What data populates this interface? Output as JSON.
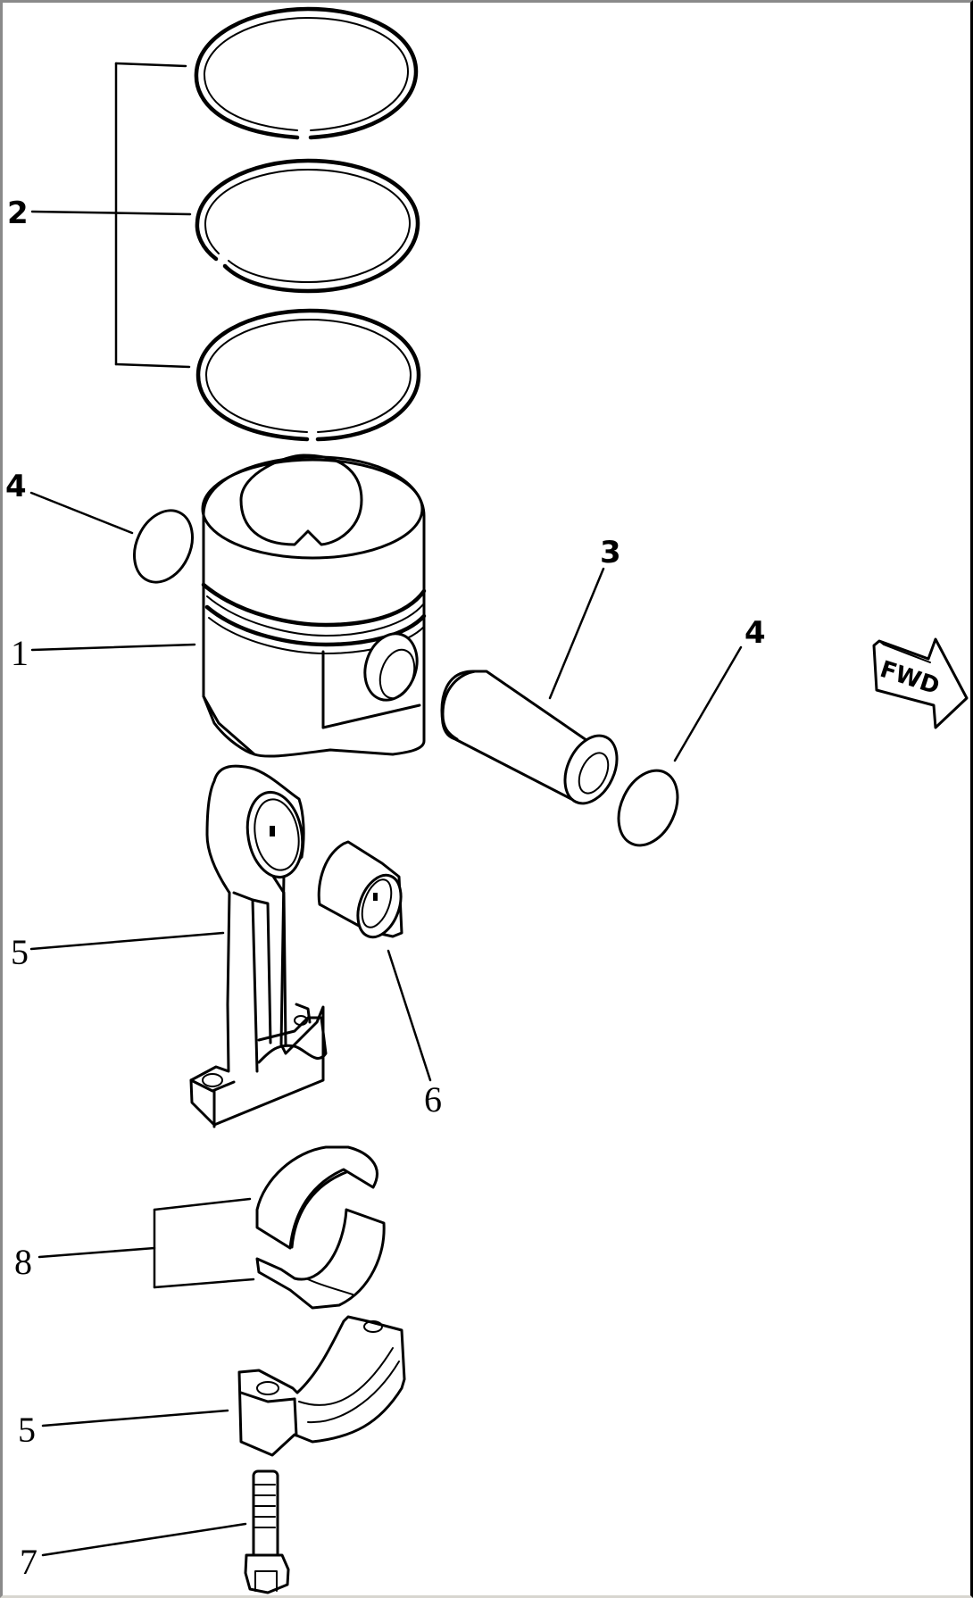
{
  "diagram": {
    "type": "exploded-parts-view",
    "subject": "piston and connecting rod assembly",
    "direction_indicator": {
      "label": "FWD",
      "icon": "forward-arrow-icon"
    },
    "callouts": [
      {
        "id": "c2",
        "label": "2",
        "part": "piston rings (set of 3)"
      },
      {
        "id": "c4a",
        "label": "4",
        "part": "snap ring (left)"
      },
      {
        "id": "c1",
        "label": "1",
        "part": "piston"
      },
      {
        "id": "c3",
        "label": "3",
        "part": "piston pin"
      },
      {
        "id": "c4b",
        "label": "4",
        "part": "snap ring (right)"
      },
      {
        "id": "c5a",
        "label": "5",
        "part": "connecting rod"
      },
      {
        "id": "c6",
        "label": "6",
        "part": "bushing"
      },
      {
        "id": "c8",
        "label": "8",
        "part": "connecting rod bearing halves"
      },
      {
        "id": "c5b",
        "label": "5",
        "part": "connecting rod cap"
      },
      {
        "id": "c7",
        "label": "7",
        "part": "bolt"
      }
    ]
  },
  "labels": {
    "l2": "2",
    "l4a": "4",
    "l1": "1",
    "l3": "3",
    "l4b": "4",
    "l5a": "5",
    "l6": "6",
    "l8": "8",
    "l5b": "5",
    "l7": "7",
    "fwd": "FWD"
  },
  "colors": {
    "line": "#000000",
    "background": "#ffffff",
    "frame_left_top": "#8a8a8a",
    "frame_right": "#000000",
    "frame_bottom": "#d8d6d0"
  }
}
